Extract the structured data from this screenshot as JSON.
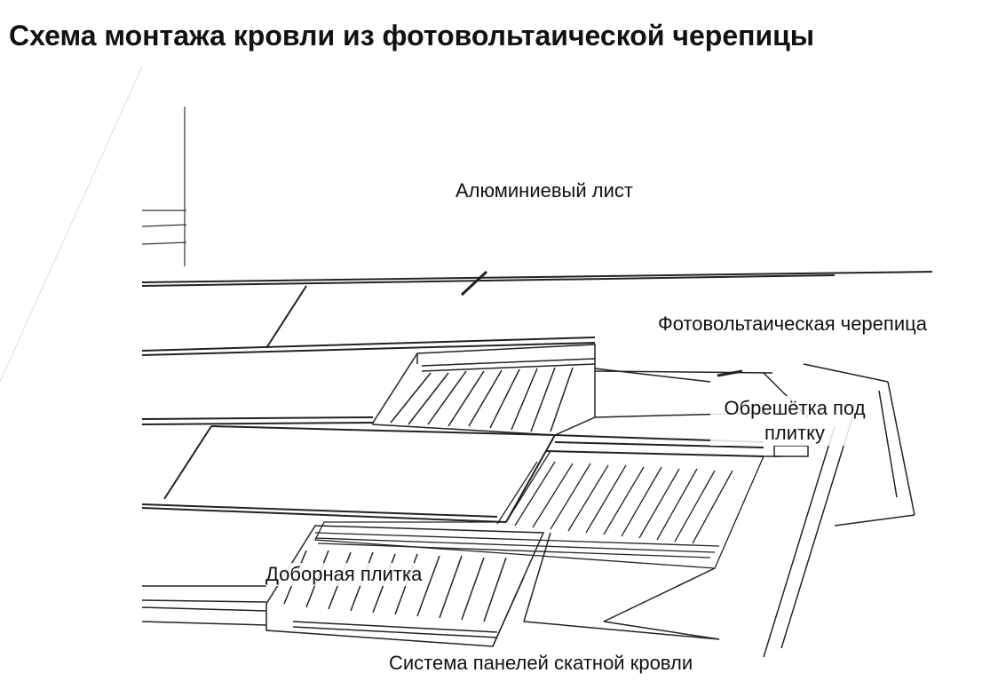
{
  "title": "Схема монтажа кровли из фотовольтаической черепицы",
  "labels": {
    "aluminum_sheet": "Алюминиевый лист",
    "pv_tile": "Фотовольтаическая черепица",
    "batten": "Обрешётка под плитку",
    "extra_tile": "Доборная плитка",
    "panel_system": "Система панелей скатной кровли"
  },
  "colors": {
    "line": "#111111",
    "background": "#ffffff"
  }
}
